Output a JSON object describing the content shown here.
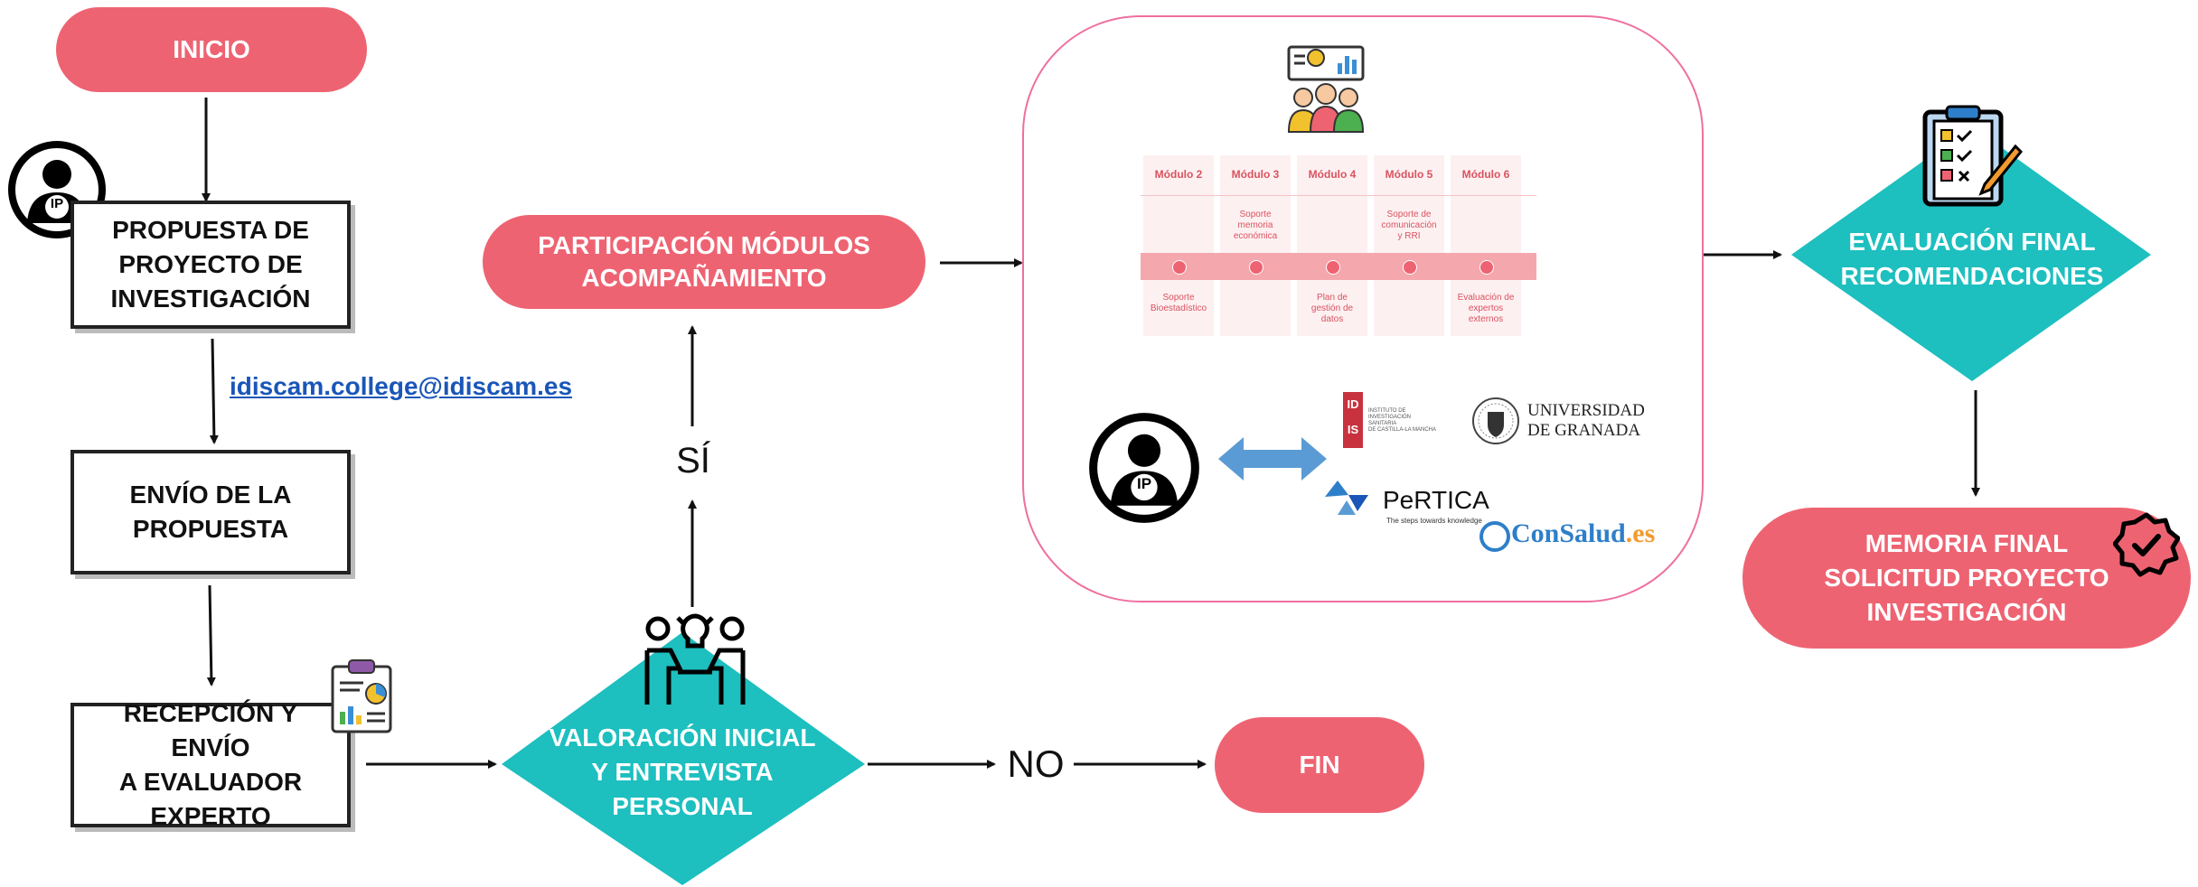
{
  "start": {
    "label": "INICIO"
  },
  "proposal": {
    "label": "PROPUESTA DE\nPROYECTO DE\nINVESTIGACIÓN",
    "badge": "IP"
  },
  "email": {
    "text": "idiscam.college@idiscam.es"
  },
  "send": {
    "label": "ENVÍO DE LA\nPROPUESTA"
  },
  "reception": {
    "label": "RECEPCIÓN Y ENVÍO\nA EVALUADOR\nEXPERTO"
  },
  "initial_eval": {
    "label": "VALORACIÓN INICIAL\nY ENTREVISTA\nPERSONAL"
  },
  "branch_yes": "SÍ",
  "branch_no": "NO",
  "end": {
    "label": "FIN"
  },
  "modules": {
    "label": "PARTICIPACIÓN MÓDULOS\nACOMPAÑAMIENTO",
    "columns": [
      {
        "title": "Módulo 2",
        "top": "",
        "bottom": "Soporte\nBioestadístico"
      },
      {
        "title": "Módulo 3",
        "top": "Soporte\nmemoria\neconómica",
        "bottom": ""
      },
      {
        "title": "Módulo 4",
        "top": "",
        "bottom": "Plan de\ngestión de\ndatos"
      },
      {
        "title": "Módulo 5",
        "top": "Soporte de\ncomunicación\ny RRI",
        "bottom": ""
      },
      {
        "title": "Módulo 6",
        "top": "",
        "bottom": "Evaluación de\nexpertos\nexternos"
      }
    ],
    "badge": "IP",
    "logos": {
      "idis_mark": "ID\nIS",
      "idis_text": "INSTITUTO DE\nINVESTIGACIÓN\nSANITARIA\nDE CASTILLA-LA MANCHA",
      "ugr": "UNIVERSIDAD\nDE GRANADA",
      "pertica": "PeRTICA",
      "pertica_tag": "The steps towards knowledge",
      "consalud_main": "ConSalud",
      "consalud_suffix": ".es"
    }
  },
  "final_eval": {
    "label": "EVALUACIÓN FINAL\nRECOMENDACIONES"
  },
  "final_report": {
    "label": "MEMORIA FINAL\nSOLICITUD PROYECTO\nINVESTIGACIÓN"
  },
  "colors": {
    "pink": "#ee6372",
    "teal": "#1dbfbf",
    "link": "#1a56b8",
    "arrow_blue": "#5b9bd5"
  }
}
